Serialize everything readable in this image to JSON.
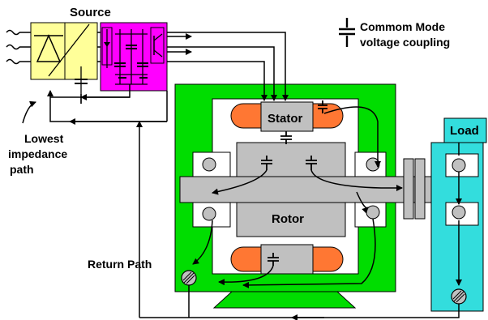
{
  "labels": {
    "source": "Source",
    "stator": "Stator",
    "rotor": "Rotor",
    "load": "Load",
    "legend_line1": "Commom Mode",
    "legend_line2": "voltage coupling",
    "lowest_line1": "Lowest",
    "lowest_line2": "impedance",
    "lowest_line3": "path",
    "return_path": "Return Path"
  },
  "colors": {
    "source_box": "#ffff99",
    "inverter_box": "#ff00ff",
    "motor_frame": "#00dd00",
    "load_frame": "#33dddd",
    "winding": "#ff7733",
    "shaft": "#c0c0c0"
  }
}
